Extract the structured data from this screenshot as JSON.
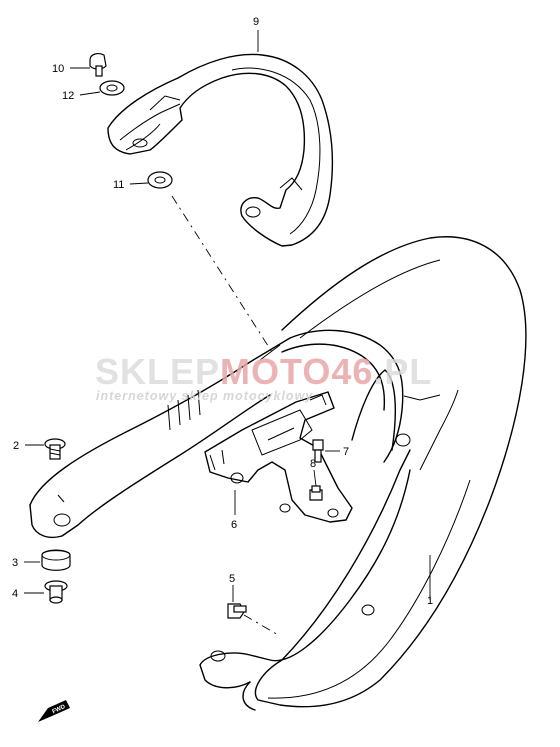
{
  "watermark": {
    "brand_left": "SKLEP",
    "brand_mid": "MOTO",
    "brand_num": "46",
    "brand_tld": ".PL",
    "tagline": "internetowy sklep motocyklowy"
  },
  "fwd_label": "FWD",
  "callouts": [
    {
      "id": "9",
      "text": "9"
    },
    {
      "id": "10",
      "text": "10"
    },
    {
      "id": "12",
      "text": "12"
    },
    {
      "id": "11",
      "text": "11"
    },
    {
      "id": "2",
      "text": "2"
    },
    {
      "id": "7",
      "text": "7"
    },
    {
      "id": "8",
      "text": "8"
    },
    {
      "id": "6",
      "text": "6"
    },
    {
      "id": "3",
      "text": "3"
    },
    {
      "id": "4",
      "text": "4"
    },
    {
      "id": "5",
      "text": "5"
    },
    {
      "id": "1",
      "text": "1"
    }
  ],
  "colors": {
    "line": "#000000",
    "watermark_gray": "#d9d9d9",
    "watermark_red": "#e8a6a6"
  }
}
